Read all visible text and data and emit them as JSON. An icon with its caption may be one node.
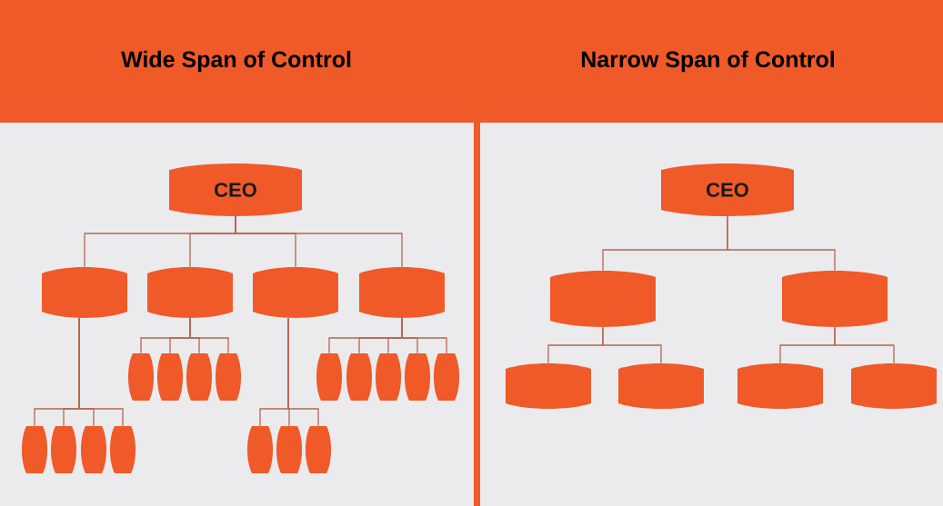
{
  "diagram": {
    "nodes": [
      {
        "text": [
          "Wide Span of Control"
        ]
      },
      {
        "text": [
          "Narrow Span of Control"
        ]
      },
      {
        "text": [
          "CEO"
        ]
      },
      {
        "text": [],
        "shape": "box"
      },
      {
        "text": [],
        "shape": "box"
      },
      {
        "text": [],
        "shape": "box"
      },
      {
        "text": [],
        "shape": "box"
      },
      {
        "text": [],
        "shape": "box"
      },
      {
        "text": [],
        "shape": "box"
      },
      {
        "text": [],
        "shape": "box"
      },
      {
        "text": [],
        "shape": "box"
      },
      {
        "text": [],
        "shape": "box"
      },
      {
        "text": [],
        "shape": "box"
      },
      {
        "text": [],
        "shape": "box"
      },
      {
        "text": [],
        "shape": "box"
      },
      {
        "text": [],
        "shape": "box"
      },
      {
        "text": [],
        "shape": "box"
      },
      {
        "text": [],
        "shape": "box"
      },
      {
        "text": [],
        "shape": "box"
      },
      {
        "text": [],
        "shape": "box"
      },
      {
        "text": [],
        "shape": "box"
      },
      {
        "text": [],
        "shape": "box"
      },
      {
        "text": [],
        "shape": "box"
      },
      {
        "text": [
          "CEO"
        ]
      },
      {
        "text": [],
        "shape": "box"
      },
      {
        "text": [],
        "shape": "box"
      },
      {
        "text": [],
        "shape": "box"
      },
      {
        "text": [],
        "shape": "box"
      },
      {
        "text": [],
        "shape": "box"
      },
      {
        "text": [],
        "shape": "box"
      }
    ],
    "edges": [
      {
        "from": 2,
        "to": 3,
        "arrow": "none"
      },
      {
        "from": 2,
        "to": 4,
        "arrow": "none"
      },
      {
        "from": 2,
        "to": 5,
        "arrow": "none"
      },
      {
        "from": 2,
        "to": 6,
        "arrow": "none"
      },
      {
        "from": 3,
        "to": 7,
        "arrow": "none"
      },
      {
        "from": 3,
        "to": 8,
        "arrow": "none"
      },
      {
        "from": 3,
        "to": 9,
        "arrow": "none"
      },
      {
        "from": 3,
        "to": 10,
        "arrow": "none"
      },
      {
        "from": 4,
        "to": 11,
        "arrow": "none"
      },
      {
        "from": 4,
        "to": 12,
        "arrow": "none"
      },
      {
        "from": 4,
        "to": 13,
        "arrow": "none"
      },
      {
        "from": 4,
        "to": 14,
        "arrow": "none"
      },
      {
        "from": 5,
        "to": 15,
        "arrow": "none"
      },
      {
        "from": 5,
        "to": 16,
        "arrow": "none"
      },
      {
        "from": 5,
        "to": 17,
        "arrow": "none"
      },
      {
        "from": 6,
        "to": 18,
        "arrow": "none"
      },
      {
        "from": 6,
        "to": 19,
        "arrow": "none"
      },
      {
        "from": 6,
        "to": 20,
        "arrow": "none"
      },
      {
        "from": 6,
        "to": 21,
        "arrow": "none"
      },
      {
        "from": 6,
        "to": 22,
        "arrow": "none"
      },
      {
        "from": 23,
        "to": 24,
        "arrow": "none"
      },
      {
        "from": 23,
        "to": 25,
        "arrow": "none"
      },
      {
        "from": 24,
        "to": 26,
        "arrow": "none"
      },
      {
        "from": 24,
        "to": 27,
        "arrow": "none"
      },
      {
        "from": 25,
        "to": 28,
        "arrow": "none"
      },
      {
        "from": 25,
        "to": 29,
        "arrow": "none"
      }
    ]
  }
}
